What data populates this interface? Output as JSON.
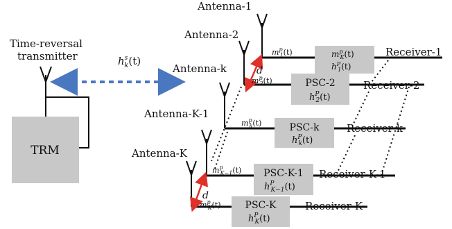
{
  "transmitter": {
    "title_line1": "Time-reversal",
    "title_line2": "transmitter",
    "trm_label": "TRM",
    "channel_label": "h",
    "channel_sub": "k",
    "channel_sup": "s",
    "channel_arg": "(t)"
  },
  "antennas": [
    {
      "label": "Antenna-1"
    },
    {
      "label": "Antenna-2"
    },
    {
      "label": "Antenna-k"
    },
    {
      "label": "Antenna-K-1"
    },
    {
      "label": "Antenna-K"
    }
  ],
  "branches": [
    {
      "signal": "m",
      "signal_sub": "1",
      "signal_sup": "p",
      "psc_title": "",
      "psc_top": "m",
      "psc_top_sub": "K",
      "psc_top_sup": "p",
      "psc_h": "h",
      "psc_h_sub": "1",
      "psc_h_sup": "P",
      "receiver": "Receiver-1"
    },
    {
      "signal": "m",
      "signal_sub": "2",
      "signal_sup": "p",
      "psc_title": "PSC-2",
      "psc_h": "h",
      "psc_h_sub": "2",
      "psc_h_sup": "P",
      "receiver": "Receiver-2"
    },
    {
      "signal": "m",
      "signal_sub": "k",
      "signal_sup": "p",
      "psc_title": "PSC-k",
      "psc_h": "h",
      "psc_h_sub": "k",
      "psc_h_sup": "P",
      "receiver": "Receiver-k"
    },
    {
      "signal": "m",
      "signal_sub": "K−1",
      "signal_sup": "p",
      "psc_title": "PSC-K-1",
      "psc_h": "h",
      "psc_h_sub": "K−1",
      "psc_h_sup": "P",
      "receiver": "Receiver-K-1"
    },
    {
      "signal": "m",
      "signal_sub": "K",
      "signal_sup": "p",
      "psc_title": "PSC-K",
      "psc_h": "h",
      "psc_h_sub": "K",
      "psc_h_sup": "P",
      "receiver": "Receiver-K"
    }
  ],
  "distance_label": "d",
  "colors": {
    "box_fill": "#c8c8c8",
    "arrow_blue": "#4a78c0",
    "arrow_red": "#e0302a",
    "line": "#111111"
  }
}
